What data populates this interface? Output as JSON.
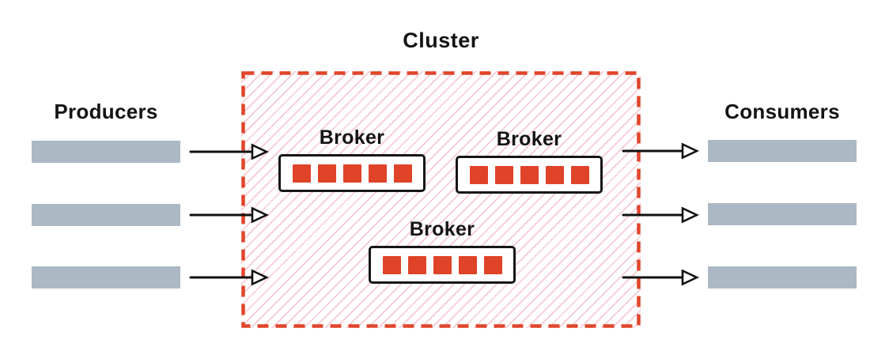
{
  "diagram": {
    "cluster": {
      "title": "Cluster"
    },
    "producers": {
      "label": "Producers",
      "count": 3
    },
    "consumers": {
      "label": "Consumers",
      "count": 3
    },
    "brokers": [
      {
        "label": "Broker",
        "partitions": 5
      },
      {
        "label": "Broker",
        "partitions": 5
      },
      {
        "label": "Broker",
        "partitions": 5
      }
    ],
    "colors": {
      "accent_red": "#E0452A",
      "partition_red": "#DF4328",
      "bar_gray": "#ACB8C4",
      "hatch_pink": "#F6CAD3",
      "text_dark": "#141414",
      "box_black": "#161616"
    }
  }
}
